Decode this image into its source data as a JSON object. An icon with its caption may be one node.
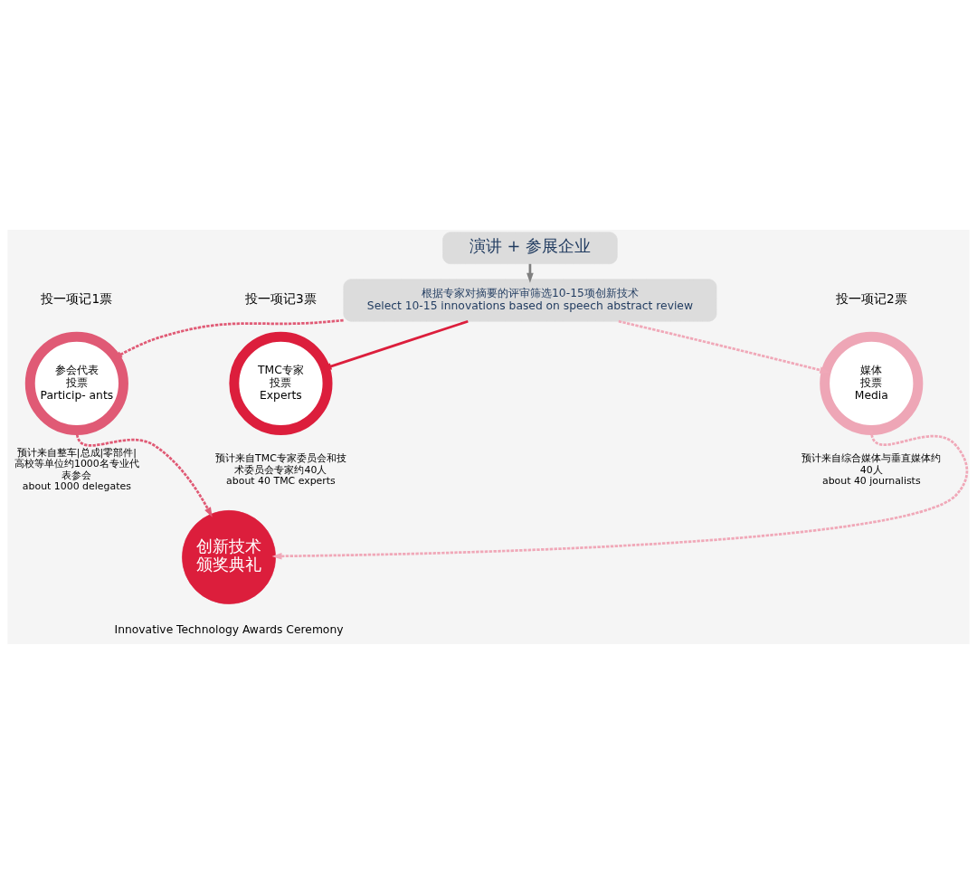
{
  "diagram": {
    "nodes": [
      {
        "text": [
          "演讲 + 参展企业"
        ]
      },
      {
        "text": [
          "根据专家对摘要的评审筛选10-15项创新技术",
          "Select 10-15 innovations based on speech abstract review"
        ]
      },
      {
        "text": [
          "参会代表",
          "投票",
          "Particip- ants"
        ],
        "beside": [
          "投一项记1票",
          "预计来自整车|总成|零部件|高校等单位约1000名专业代表参会",
          "about 1000 delegates"
        ]
      },
      {
        "text": [
          "TMC专家",
          "投票",
          "Experts"
        ],
        "beside": [
          "投一项记3票",
          "预计来自TMC专家委员会和技术委员会专家约40人",
          "about 40 TMC experts"
        ]
      },
      {
        "text": [
          "媒体",
          "投票",
          "Media"
        ],
        "beside": [
          "投一项记2票",
          "预计来自综合媒体与垂直媒体约40人",
          "about 40 journalists"
        ]
      },
      {
        "text": [
          "创新技术颁奖典礼"
        ],
        "beside": [
          "Innovative Technology Awards Ceremony"
        ]
      }
    ],
    "edges": [
      {
        "from": 0,
        "to": 1,
        "arrow": "to",
        "color": "#808080"
      },
      {
        "from": 1,
        "to": 2,
        "arrow": "to",
        "style": "dashed",
        "color": "#e05a75"
      },
      {
        "from": 1,
        "to": 3,
        "arrow": "to",
        "color": "#dc1e3c"
      },
      {
        "from": 1,
        "to": 4,
        "arrow": "to",
        "style": "dashed",
        "color": "#f0a8b8"
      },
      {
        "from": 2,
        "to": 5,
        "arrow": "to",
        "style": "dashed",
        "color": "#e05a75"
      },
      {
        "from": 4,
        "to": 5,
        "arrow": "to",
        "style": "dashed",
        "color": "#f0a8b8"
      }
    ]
  }
}
